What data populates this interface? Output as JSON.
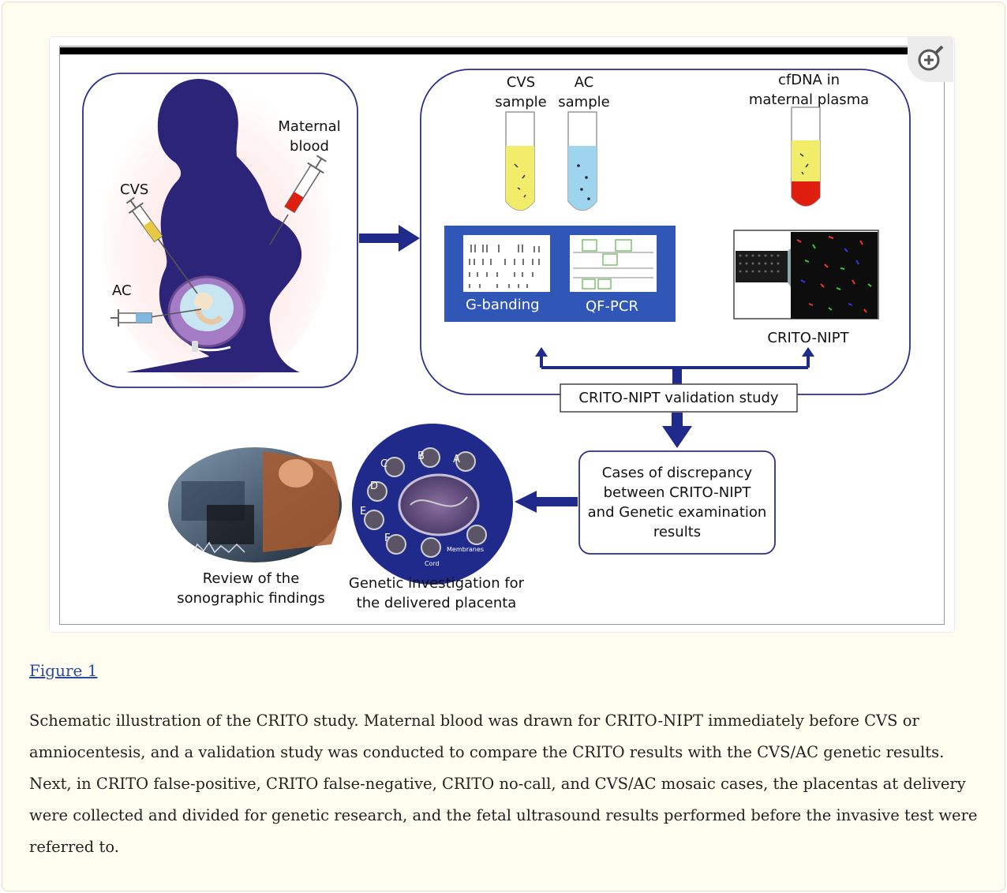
{
  "figure": {
    "labels": {
      "maternal_blood": "Maternal\nblood",
      "cvs": "CVS",
      "ac": "AC",
      "cvs_sample": "CVS\nsample",
      "ac_sample": "AC\nsample",
      "cfdna": "cfDNA in\nmaternal plasma",
      "g_banding": "G-banding",
      "qf_pcr": "QF-PCR",
      "crito_nipt": "CRITO-NIPT",
      "validation_study": "CRITO-NIPT validation study",
      "discrepancy": "Cases of discrepancy\nbetween CRITO-NIPT\nand Genetic examination\nresults",
      "review": "Review of the\nsonographic findings",
      "genetic_investigation": "Genetic investigation for\nthe delivered placenta",
      "placenta_sites": [
        "A",
        "B",
        "C",
        "D",
        "E",
        "F"
      ],
      "membranes": "Membranes",
      "cord": "Cord"
    },
    "zoom_icon": "zoom-in-icon",
    "colors": {
      "navy": "#1f2a8a",
      "silhouette": "#2b2478",
      "cvs_tube": "#f2ec6b",
      "ac_tube": "#9fd4ee",
      "blood_red": "#e01e10",
      "panel_blue": "#3056b8"
    }
  },
  "figure_link": "Figure 1",
  "caption": "Schematic illustration of the CRITO study. Maternal blood was drawn for CRITO-NIPT immediately before CVS or amniocentesis, and a validation study was conducted to compare the CRITO results with the CVS/AC genetic results. Next, in CRITO false-positive, CRITO false-negative, CRITO no-call, and CVS/AC mosaic cases, the placentas at delivery were collected and divided for genetic research, and the fetal ultrasound results performed before the invasive test were referred to."
}
